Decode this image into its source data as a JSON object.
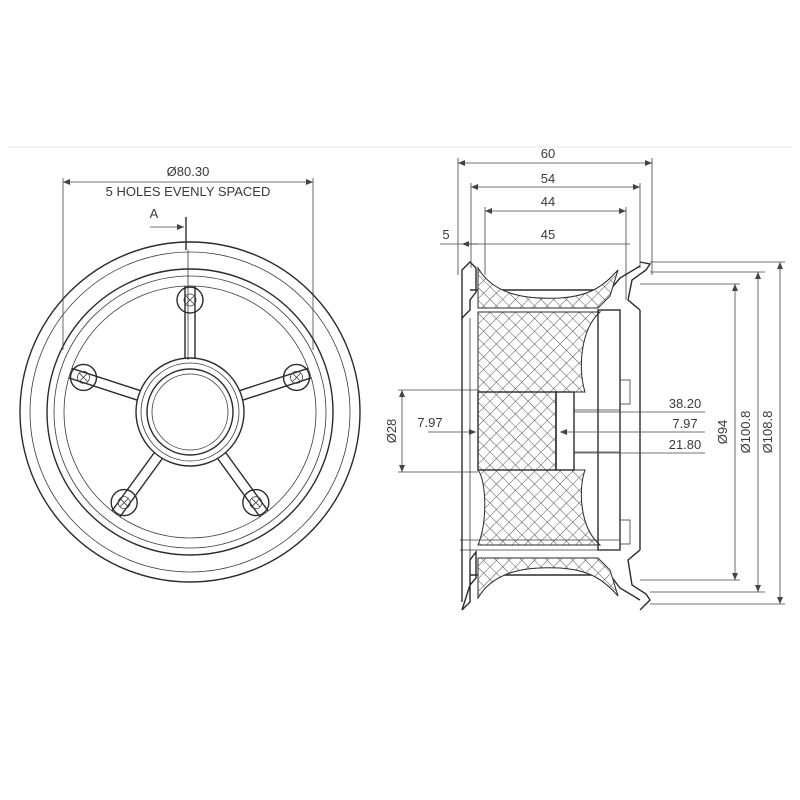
{
  "front_view": {
    "diameter_label": "Ø80.30",
    "holes_note": "5 HOLES EVENLY SPACED",
    "section_marker": "A"
  },
  "side_view": {
    "dim_60": "60",
    "dim_54": "54",
    "dim_44": "44",
    "dim_45": "45",
    "dim_5": "5",
    "dim_bore": "Ø28",
    "dim_left_797": "7.97",
    "dim_3820": "38.20",
    "dim_right_797": "7.97",
    "dim_2180": "21.80",
    "dim_94": "Ø94",
    "dim_1008": "Ø100.8",
    "dim_1088": "Ø108.8"
  }
}
